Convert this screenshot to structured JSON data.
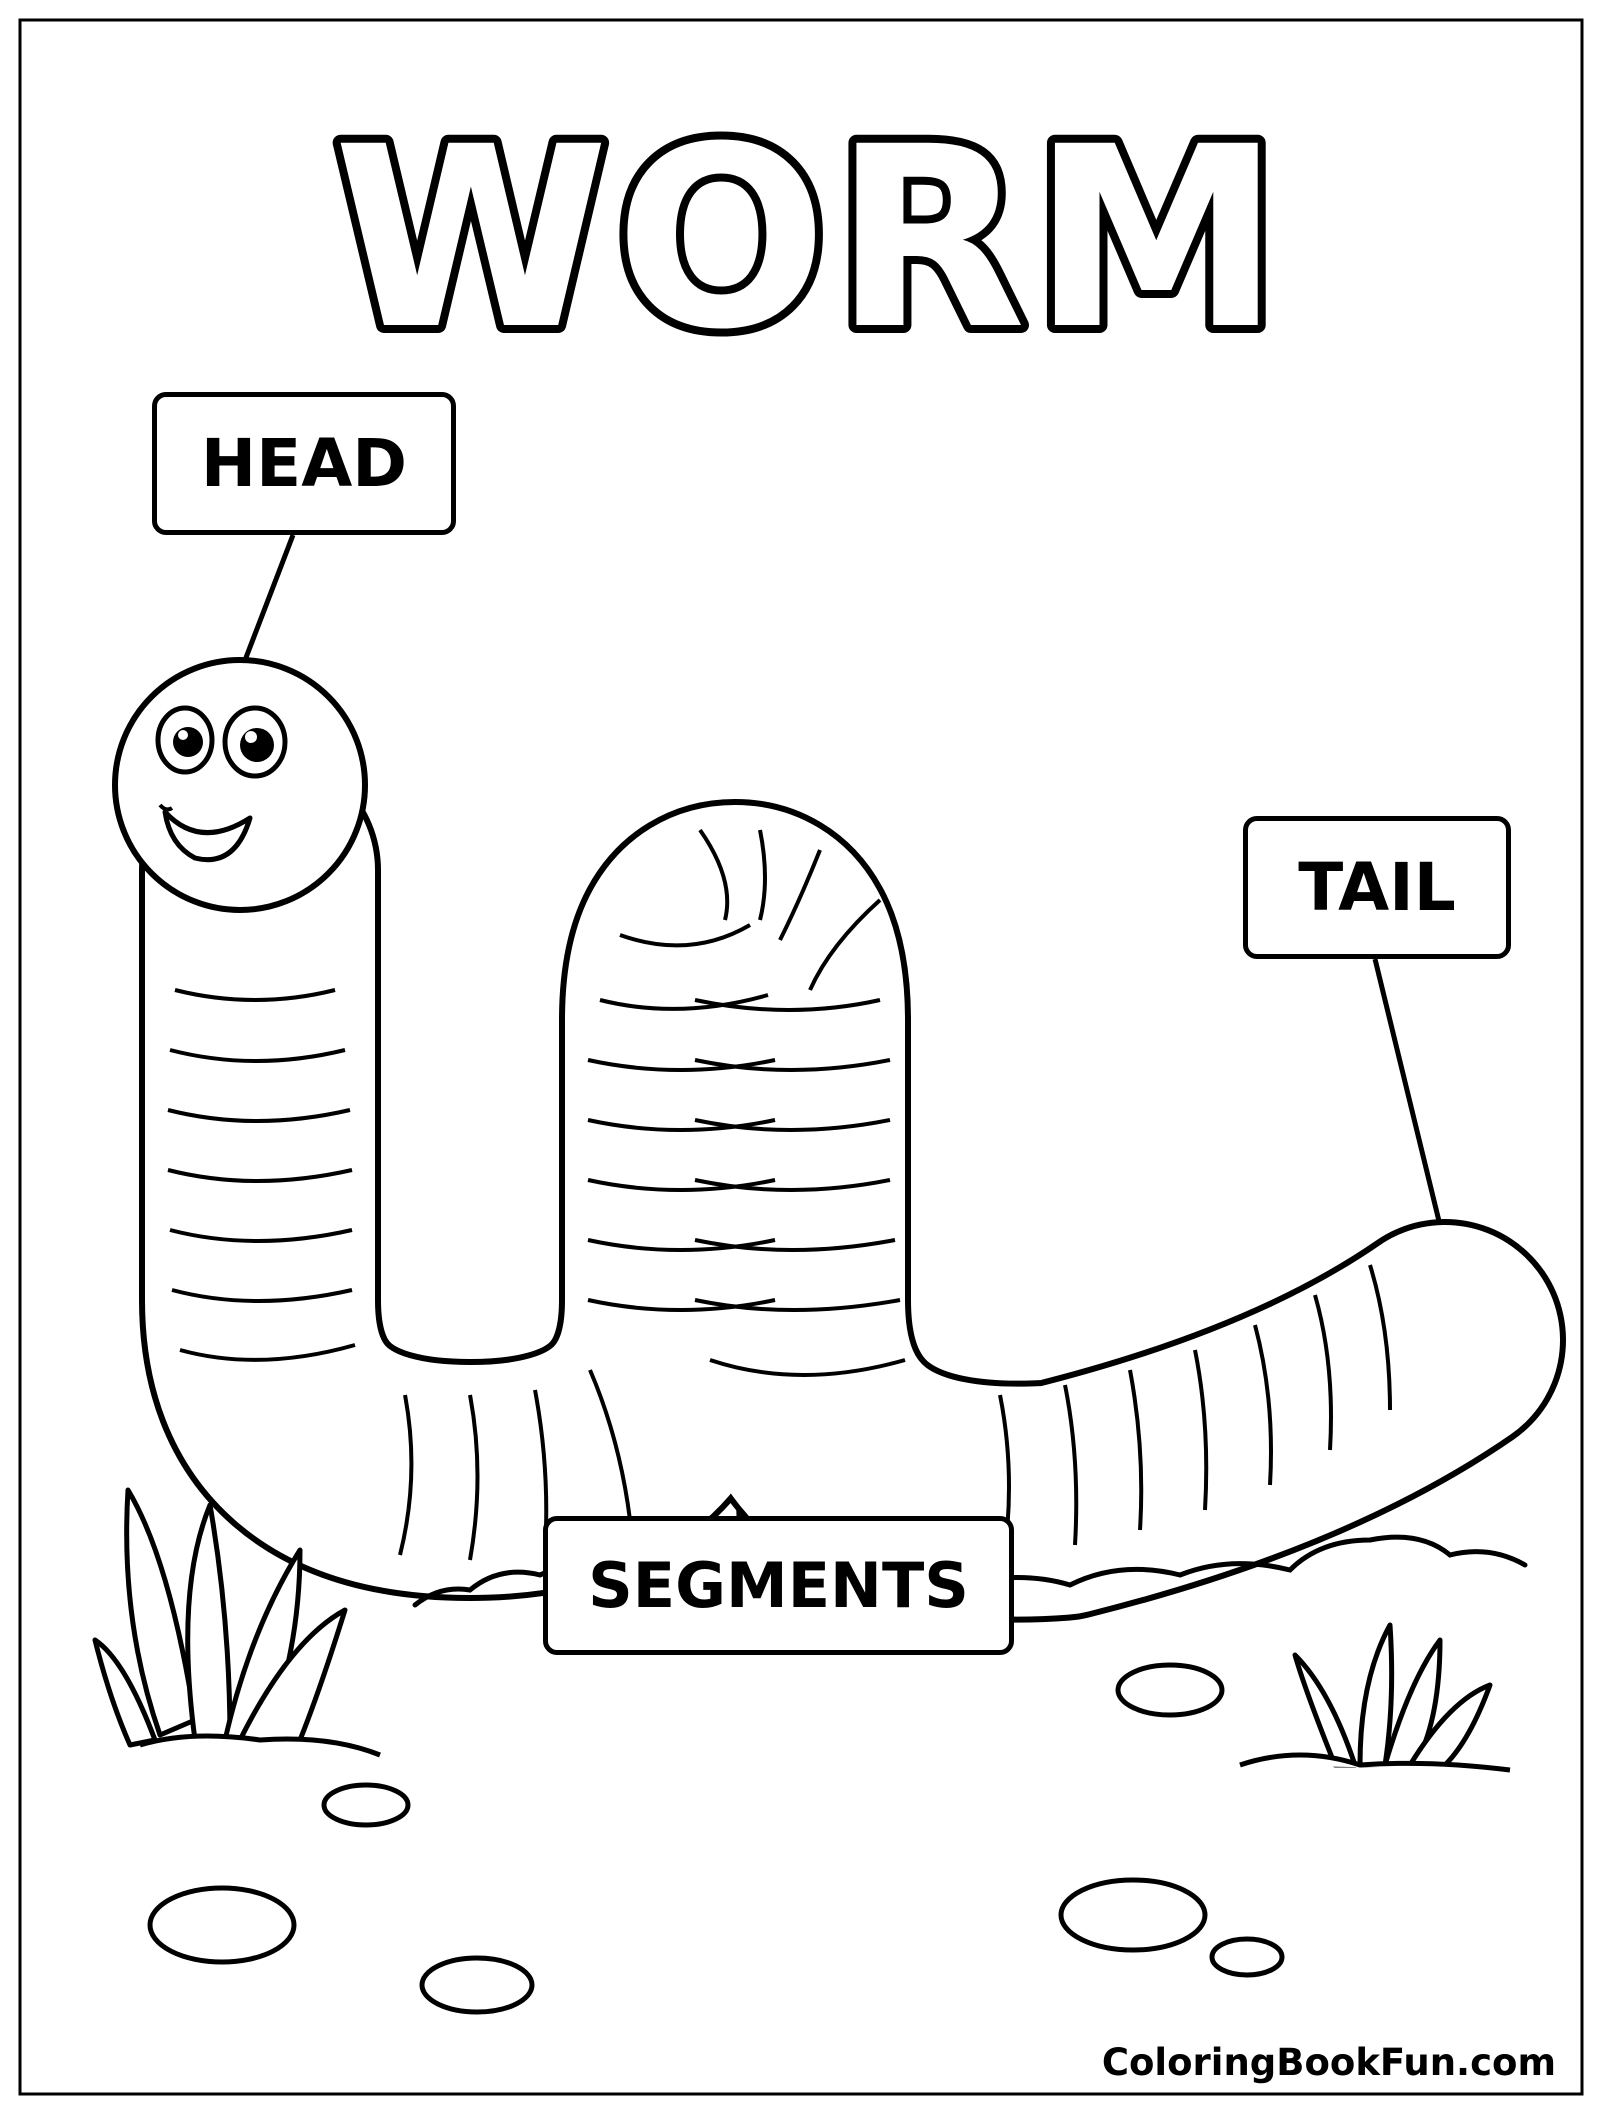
{
  "title": "WORM",
  "labels": {
    "head": "HEAD",
    "tail": "TAIL",
    "segments": "SEGMENTS"
  },
  "watermark": "ColoringBookFun.com",
  "colors": {
    "line": "#000000",
    "background": "#ffffff"
  }
}
